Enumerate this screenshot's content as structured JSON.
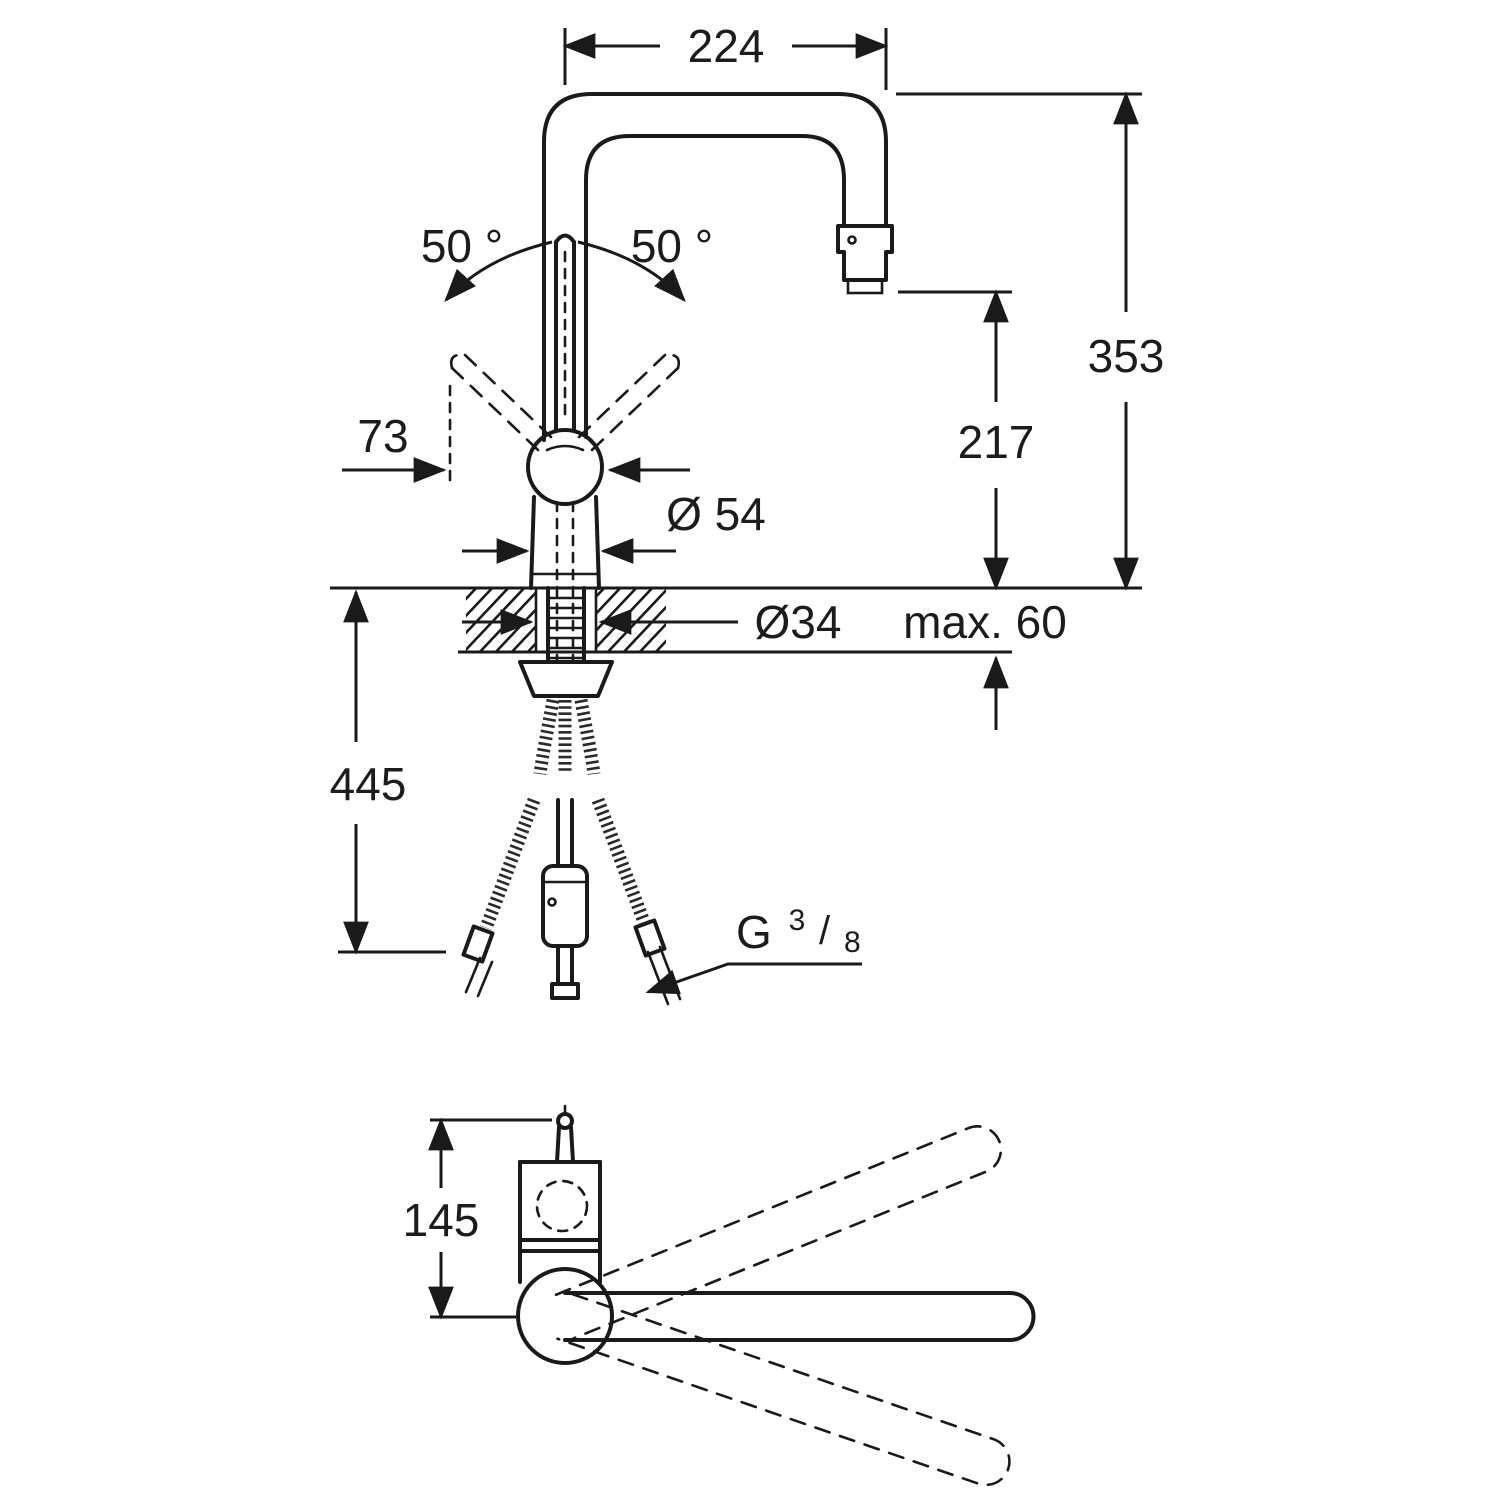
{
  "drawing": {
    "name": "kitchen-faucet-dimension-drawing",
    "line_color": "#1a1a1a",
    "background": "#ffffff",
    "dimensions": {
      "spout_reach": "224",
      "total_height": "353",
      "outlet_height": "217",
      "swivel_left": "50 °",
      "swivel_right": "50 °",
      "lever_offset": "73",
      "base_diameter": "Ø 54",
      "hole_diameter": "Ø34",
      "max_deck_thickness": "max. 60",
      "hose_length": "445",
      "plan_depth": "145",
      "thread_letter": "G",
      "thread_numerator": "3",
      "thread_slash": "/",
      "thread_denominator": "8"
    }
  }
}
